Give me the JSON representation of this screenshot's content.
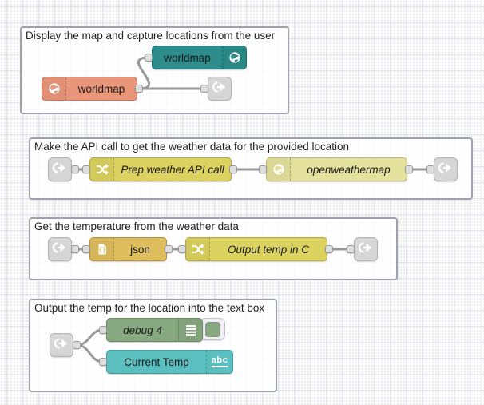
{
  "groups": {
    "g1": {
      "title": "Display the map and capture locations from the user"
    },
    "g2": {
      "title": "Make the API call to get the weather data for the provided location"
    },
    "g3": {
      "title": "Get the temperature from the weather data"
    },
    "g4": {
      "title": "Output the temp for the location into the text box"
    }
  },
  "nodes": {
    "worldmap_display": {
      "label": "worldmap",
      "icon": "globe-icon",
      "color": "#2D8C8C"
    },
    "worldmap_events": {
      "label": "worldmap",
      "icon": "globe-icon",
      "color": "#E9967A"
    },
    "link_out_1": {
      "icon": "link-out-icon",
      "color": "#D6D6D6"
    },
    "link_in_2": {
      "icon": "link-in-icon",
      "color": "#D6D6D6"
    },
    "change_prep": {
      "label": "Prep weather API call",
      "icon": "shuffle-icon",
      "color": "#DCD25F"
    },
    "openweathermap": {
      "label": "openweathermap",
      "icon": "globe-icon",
      "color": "#E4E19C"
    },
    "link_out_2": {
      "icon": "link-out-icon",
      "color": "#D6D6D6"
    },
    "link_in_3": {
      "icon": "link-in-icon",
      "color": "#D6D6D6"
    },
    "json": {
      "label": "json",
      "icon": "json-file-icon",
      "color": "#DEBD5C"
    },
    "change_temp": {
      "label": "Output temp in C",
      "icon": "shuffle-icon",
      "color": "#DCD25F"
    },
    "link_out_3": {
      "icon": "link-out-icon",
      "color": "#D6D6D6"
    },
    "link_in_4": {
      "icon": "link-in-icon",
      "color": "#D6D6D6"
    },
    "debug": {
      "label": "debug 4",
      "icon": "debug-list-icon",
      "color": "#87A980"
    },
    "ui_text": {
      "label": "Current Temp",
      "icon": "abc-icon",
      "icon_text": "abc",
      "color": "#5CBFBF"
    }
  },
  "colors": {
    "wire": "#999999",
    "group_border": "#A0A1AB",
    "port_fill": "#DEDEDE",
    "canvas_grid": "#C9D0EA",
    "debug_toggle_active": "#87A980"
  }
}
